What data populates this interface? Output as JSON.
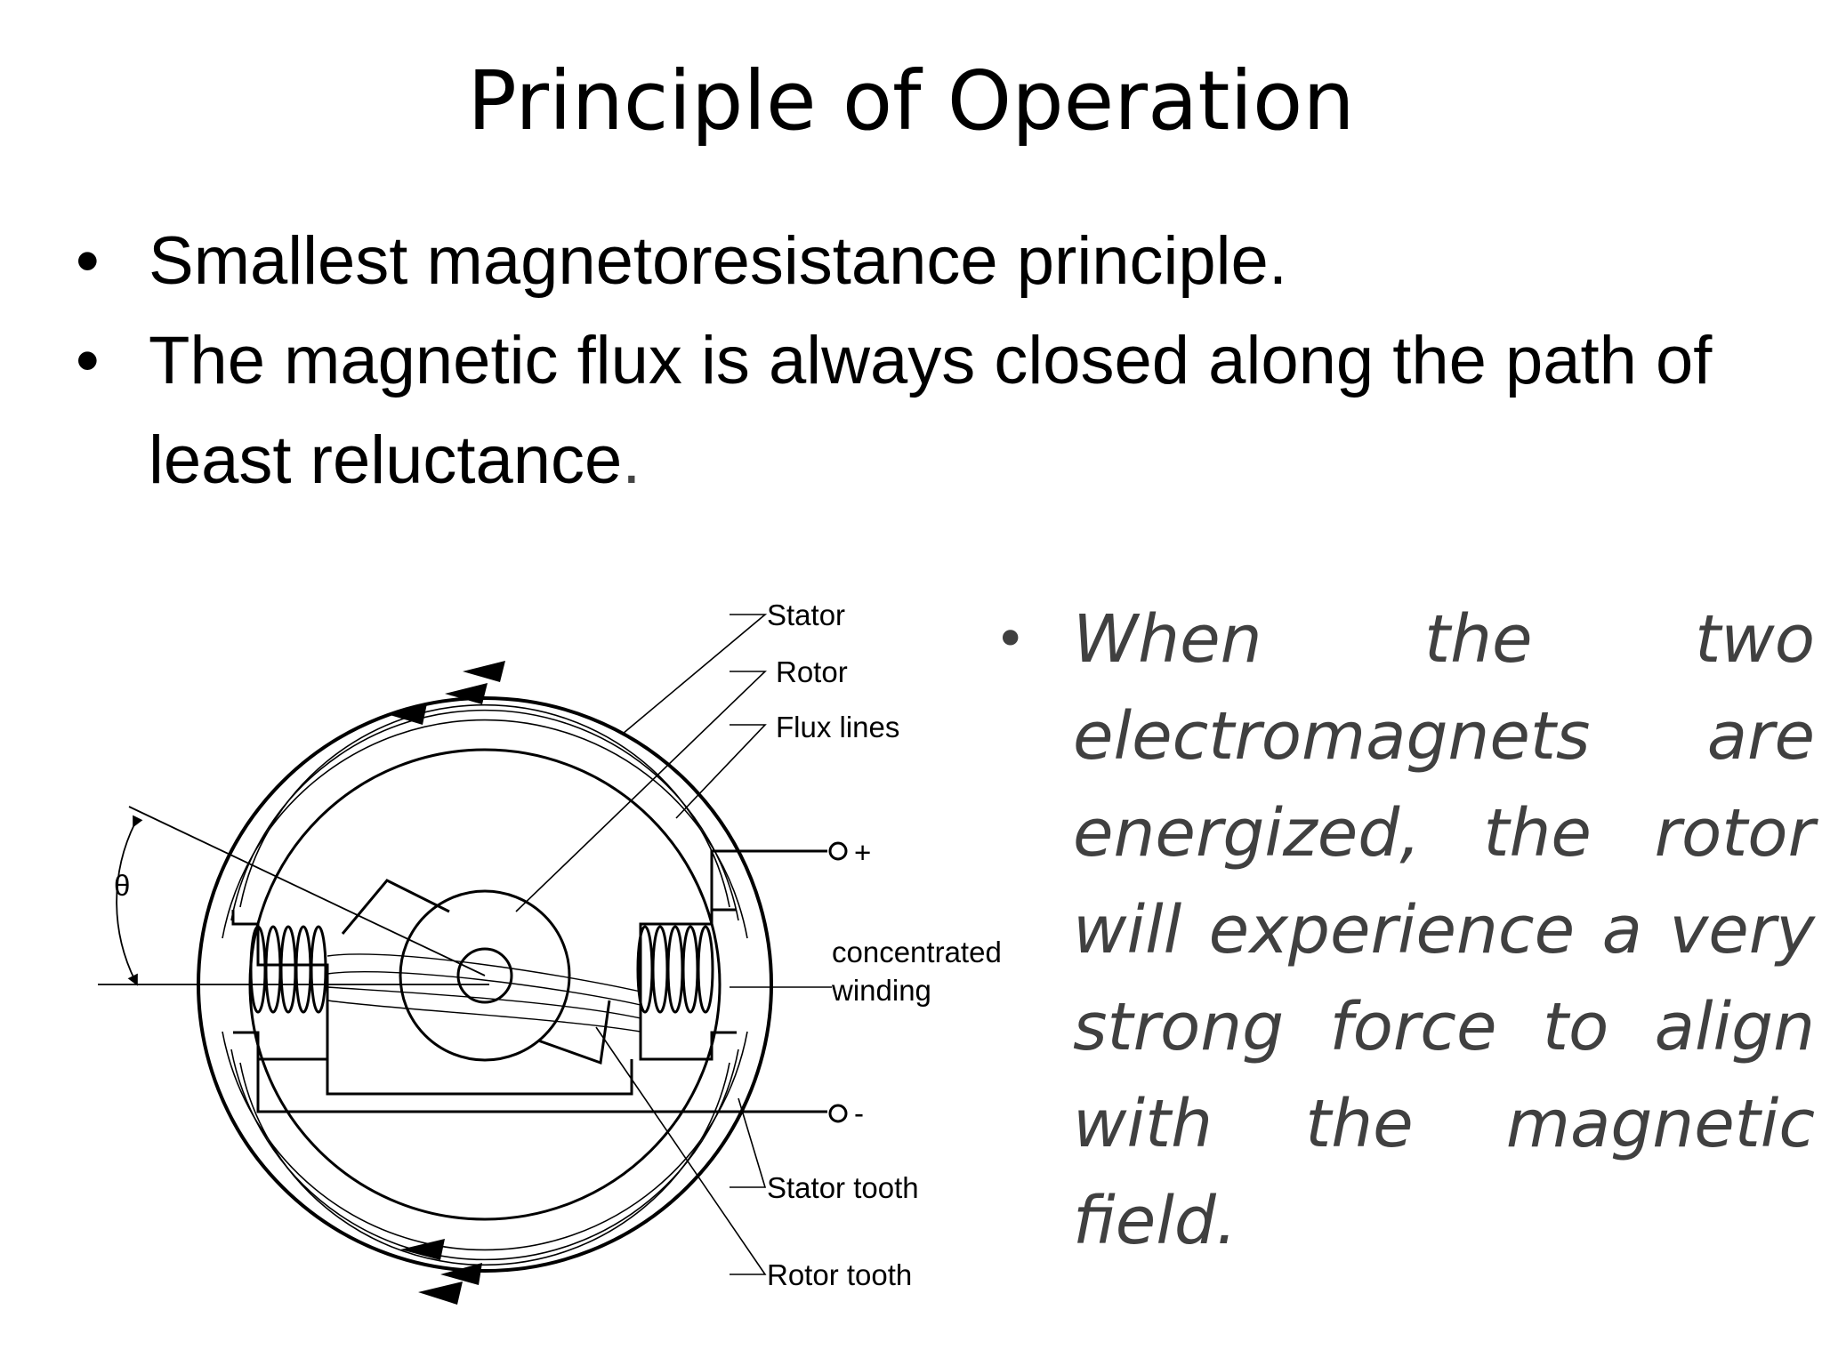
{
  "slide": {
    "title": "Principle of Operation",
    "bullets": [
      {
        "text": "Smallest magnetoresistance principle."
      },
      {
        "text": "The magnetic flux is always closed along the path of least reluctance",
        "trail": "."
      }
    ],
    "bullet_char": "•",
    "diagram": {
      "labels": {
        "stator": "Stator",
        "rotor": "Rotor",
        "flux_lines": "Flux lines",
        "concentrated_winding_1": "concentrated",
        "concentrated_winding_2": "winding",
        "stator_tooth": "Stator tooth",
        "rotor_tooth": "Rotor tooth",
        "plus": "+",
        "minus": "-",
        "theta": "θ"
      }
    },
    "right_bullet": "When the two electromagnets are energized, the rotor will experience a very strong force to align with the magnetic field."
  }
}
